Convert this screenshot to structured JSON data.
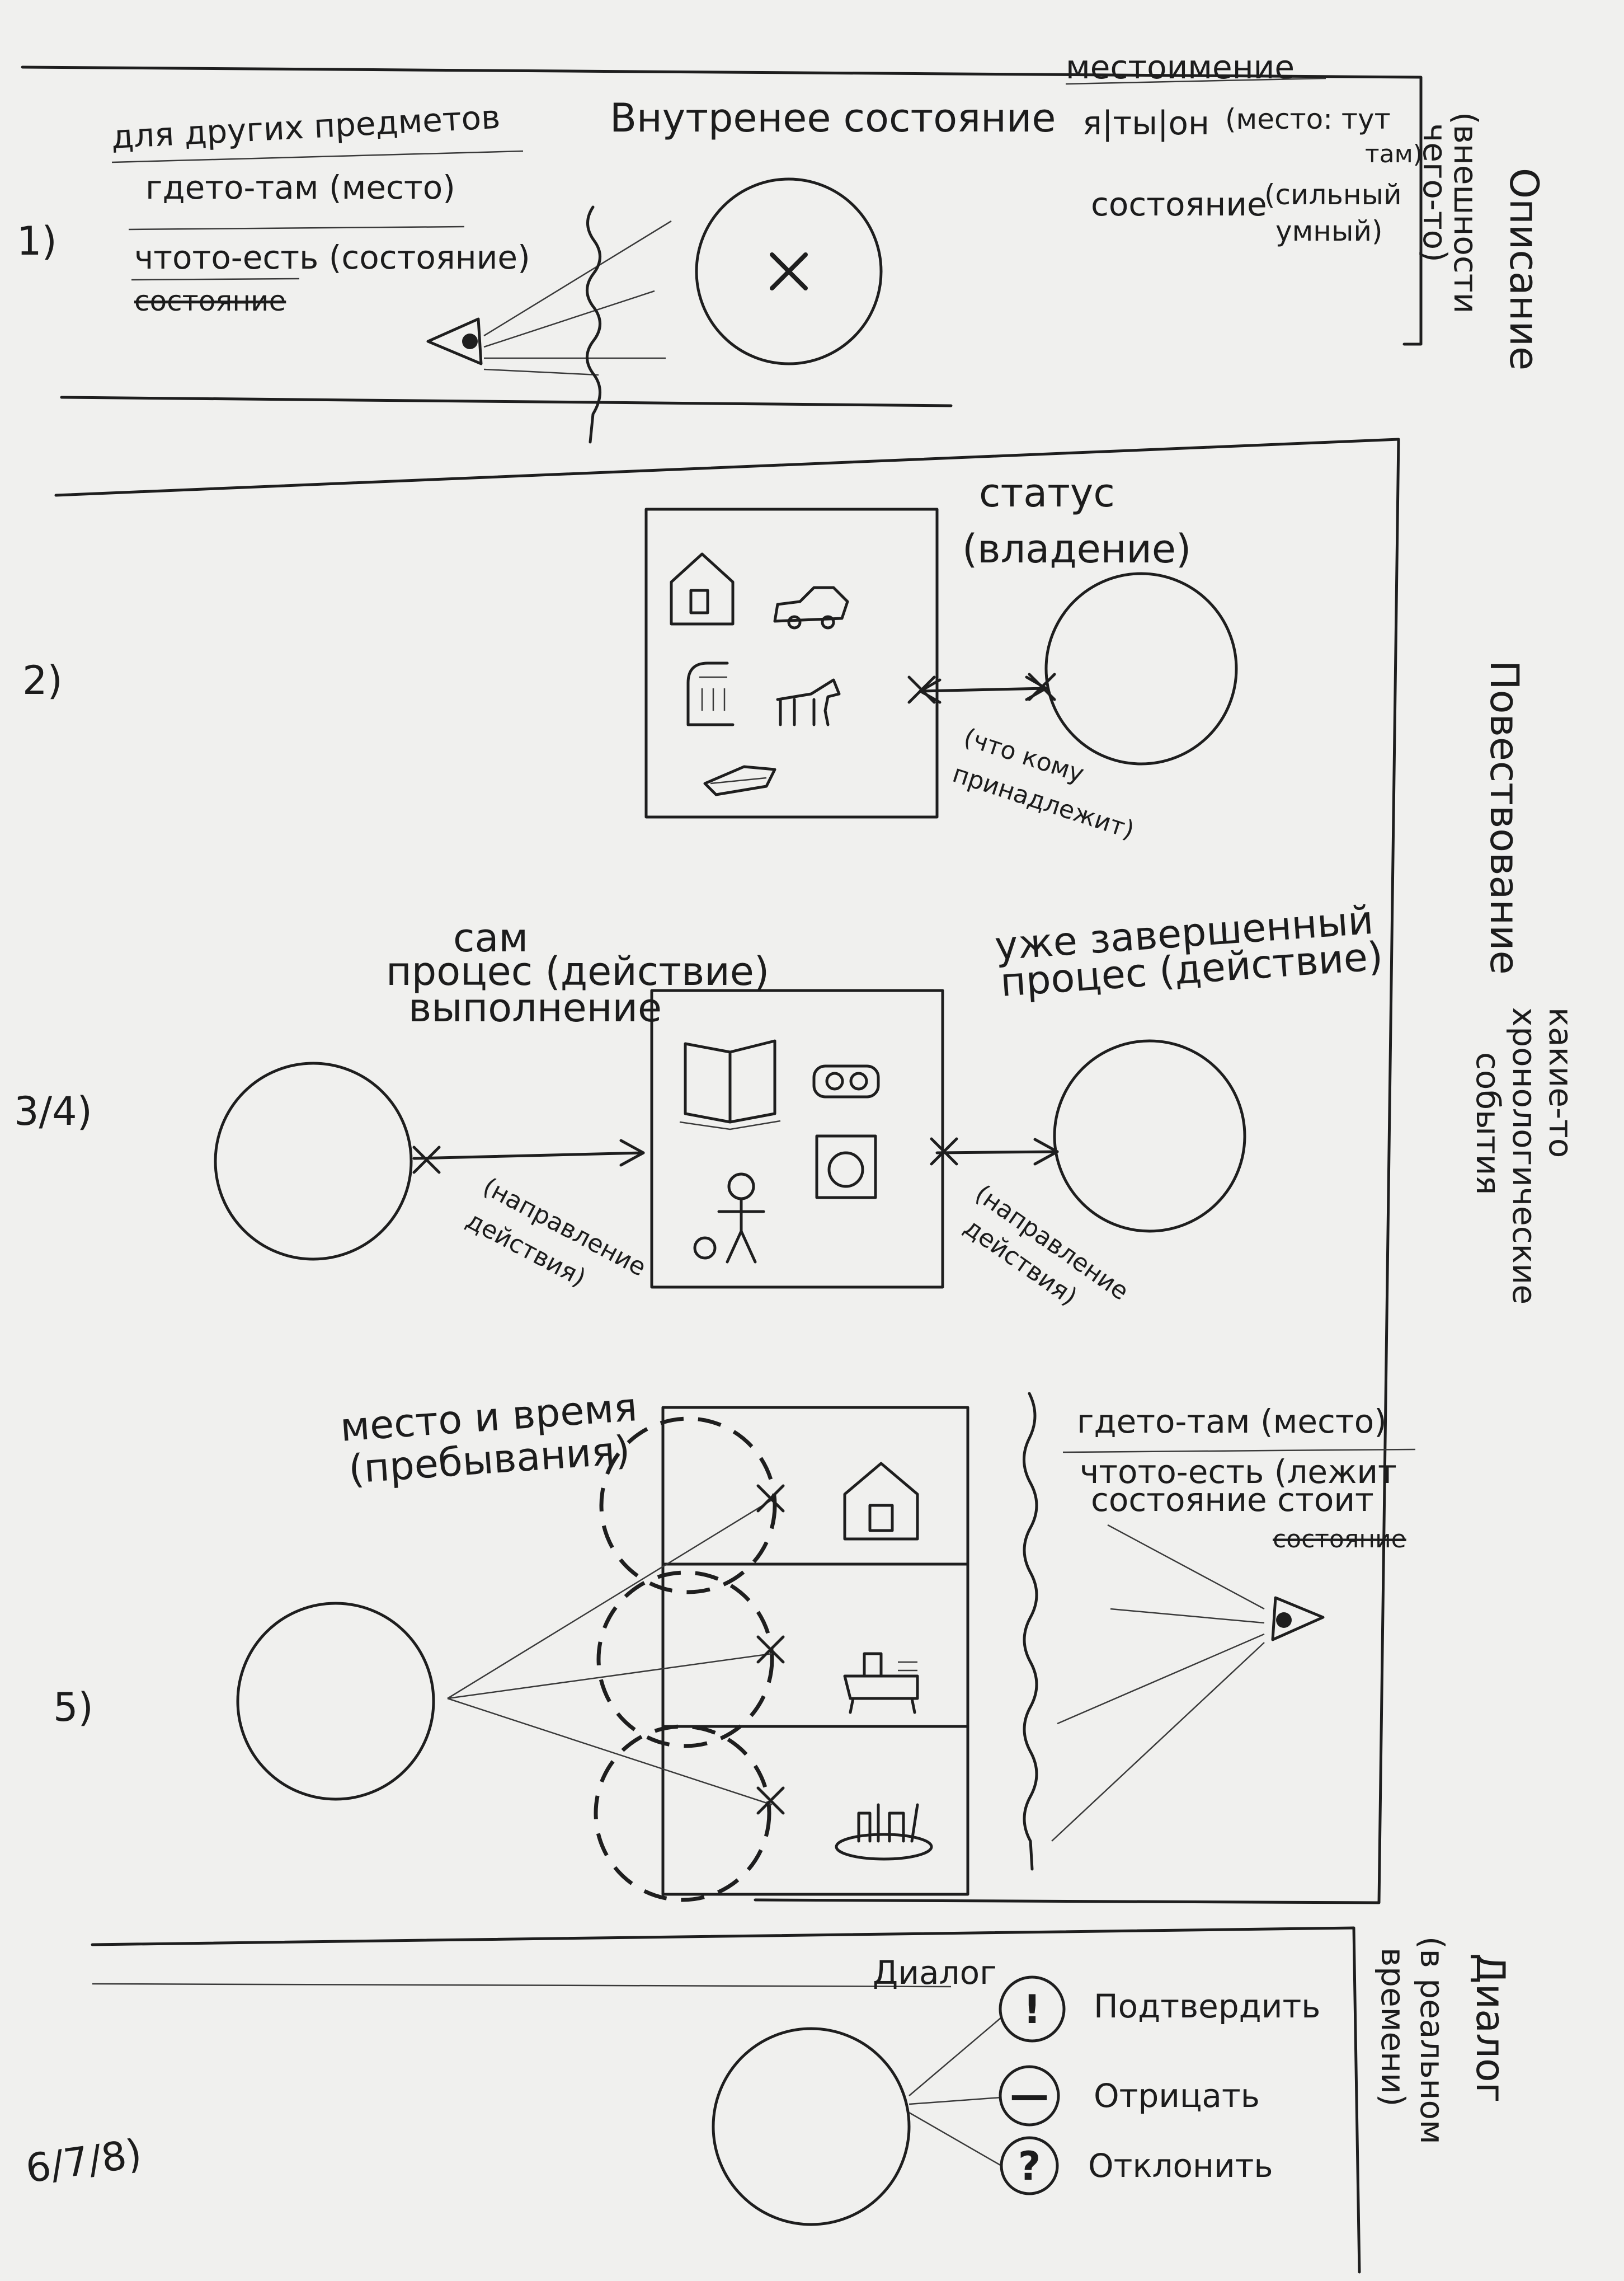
{
  "colors": {
    "paper": "#f0f0ee",
    "ink": "#1e1e1e"
  },
  "section1": {
    "number": "1)",
    "vertical_label": "Описание",
    "vertical_sub": "(внешности",
    "vertical_sub2": "чего-то)",
    "center_title": "Внутренее состояние",
    "left_title": "для других предметов",
    "left_line1": "гдето-там (место)",
    "left_line2": "чтото-есть (состояние)",
    "left_strike": "состояние",
    "pronoun_title": "местоимение",
    "pronouns": "я|ты|он",
    "place": "(место: тут",
    "place2": "там)",
    "state_label": "состояние",
    "state_opt1": "(сильный",
    "state_opt2": "умный)"
  },
  "section2": {
    "number": "2)",
    "vertical_label": "Повествование",
    "status_title": "статус",
    "status_sub": "(владение)",
    "arrow_label1": "(что кому",
    "arrow_label2": "принадлежит)",
    "icons": [
      "house-icon",
      "car-icon",
      "shower-icon",
      "horse-icon",
      "boat-icon"
    ]
  },
  "section34": {
    "number": "3/4)",
    "vertical_label": "какие-то",
    "vertical_label2": "хронологические",
    "vertical_label3": "события",
    "left_title1": "сам",
    "left_title2": "процес (действие)",
    "left_title3": "выполнение",
    "right_title1": "уже завершенный",
    "right_title2": "процес (действие)",
    "arrow_label_left1": "(направление",
    "arrow_label_left2": "действия)",
    "arrow_label_right1": "(направление",
    "arrow_label_right2": "действия)",
    "icons": [
      "book-icon",
      "cassette-icon",
      "washer-icon",
      "person-ball-icon"
    ]
  },
  "section5": {
    "number": "5)",
    "title1": "место и время",
    "title2": "(пребывания)",
    "right_line1": "гдето-там (место)",
    "right_line2": "чтото-есть (лежит",
    "right_line3": "состояние стоит",
    "right_strike": "состояние",
    "icons": [
      "house-icon",
      "table-icon",
      "lake-icon"
    ]
  },
  "section678": {
    "number": "6/7/8)",
    "dialog_title": "Диалог",
    "vertical_label": "Диалог",
    "vertical_sub1": "(в реальном",
    "vertical_sub2": "времени)",
    "options": [
      {
        "symbol": "!",
        "label": "Подтвердить"
      },
      {
        "symbol": "—",
        "label": "Отрицать"
      },
      {
        "symbol": "?",
        "label": "Отклонить"
      }
    ]
  }
}
